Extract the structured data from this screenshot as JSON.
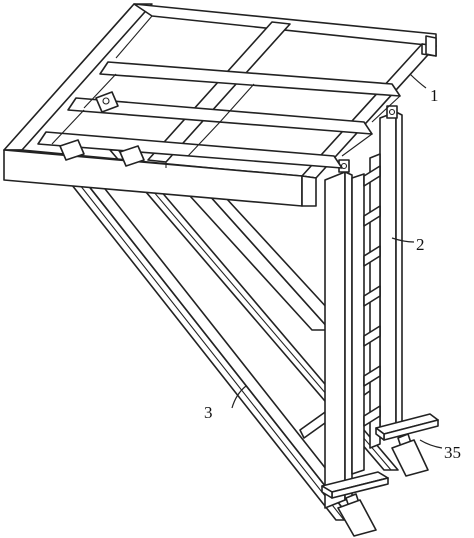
{
  "labels": {
    "platform_frame": "1",
    "ladder": "2",
    "diagonal_brace": "3",
    "base_plate": "35"
  },
  "colors": {
    "line": "#222222",
    "background": "#ffffff"
  }
}
